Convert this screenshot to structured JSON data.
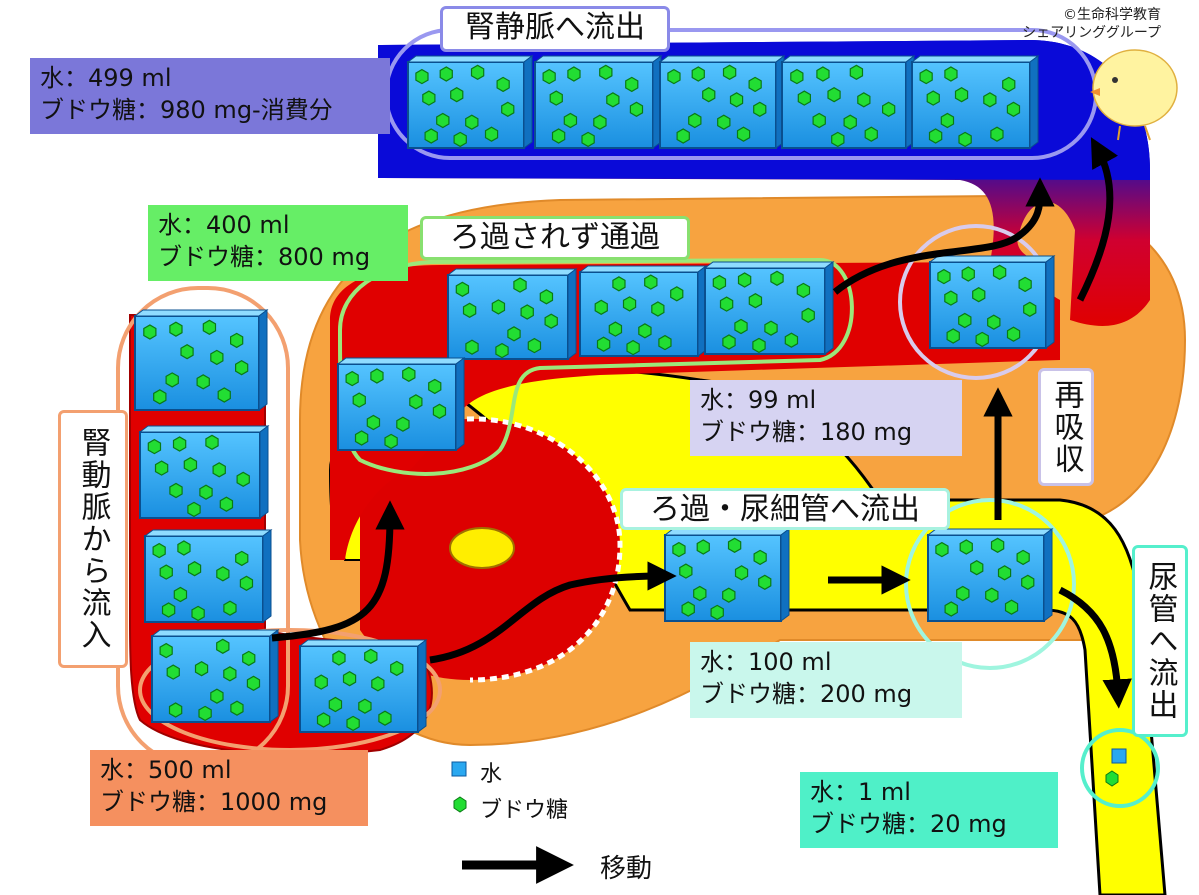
{
  "credit": [
    "©生命科学教育",
    "シェアリンググループ"
  ],
  "titles": {
    "renal_vein": "腎静脈へ流出",
    "pass_through": "ろ過されず通過",
    "filtration": "ろ過・尿細管へ流出",
    "reabsorption": "再吸収",
    "renal_artery": "腎動脈から流入",
    "urine": "尿管へ流出"
  },
  "amounts": {
    "vein": {
      "water": "水：499 ml",
      "glucose": "ブドウ糖：980 mg-消費分"
    },
    "pass": {
      "water": "水：400 ml",
      "glucose": "ブドウ糖：800 mg"
    },
    "reabsorbed": {
      "water": "水：99 ml",
      "glucose": "ブドウ糖：180 mg"
    },
    "filtered": {
      "water": "水：100 ml",
      "glucose": "ブドウ糖：200 mg"
    },
    "inflow": {
      "water": "水：500 ml",
      "glucose": "ブドウ糖：1000 mg"
    },
    "urine": {
      "water": "水：1 ml",
      "glucose": "ブドウ糖：20 mg"
    }
  },
  "legend": {
    "water": "水",
    "glucose": "ブドウ糖",
    "move": "移動"
  },
  "colors": {
    "artery_red": "#e00000",
    "vein_blue": "#1a1acc",
    "capsule_orange": "#f7a340",
    "tubule_yellow": "#ffff00",
    "water_blue": "#2aa8f0",
    "glucose_green": "#22dd33",
    "box_vein": "#7b77d9",
    "box_pass": "#66ee66",
    "box_reabs": "#d6d3f2",
    "box_filtered": "#c9f7ec",
    "box_inflow": "#f5905f",
    "box_urine": "#4ff0c8"
  }
}
